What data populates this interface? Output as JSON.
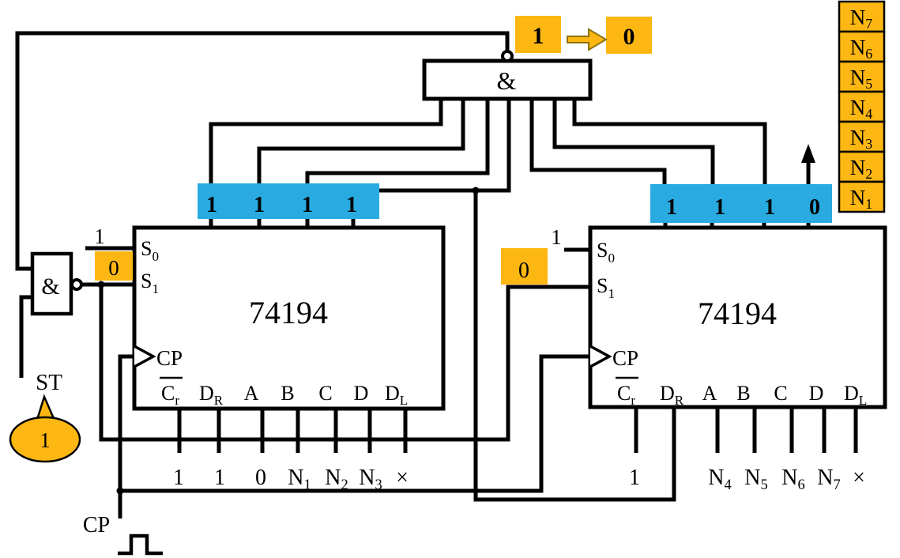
{
  "colors": {
    "orange": "#FDB713",
    "blue": "#29ABE2",
    "wire": "#000000"
  },
  "gates": {
    "top_nand": "&",
    "left_nand": "&"
  },
  "top_callout": {
    "from": "1",
    "to": "0"
  },
  "serial_stack": [
    {
      "t": "N",
      "s": "7"
    },
    {
      "t": "N",
      "s": "6"
    },
    {
      "t": "N",
      "s": "5"
    },
    {
      "t": "N",
      "s": "4"
    },
    {
      "t": "N",
      "s": "3"
    },
    {
      "t": "N",
      "s": "2"
    },
    {
      "t": "N",
      "s": "1"
    }
  ],
  "st": {
    "label": "ST",
    "value": "1"
  },
  "cp": {
    "label": "CP"
  },
  "registers": [
    {
      "title": "74194",
      "pins": {
        "s0": {
          "t": "S",
          "s": "0"
        },
        "s1": {
          "t": "S",
          "s": "1"
        },
        "cp": "CP",
        "cr": {
          "t": "C",
          "s": "r"
        },
        "dr": {
          "t": "D",
          "s": "R"
        },
        "a": "A",
        "b": "B",
        "c": "C",
        "d": "D",
        "dl": {
          "t": "D",
          "s": "L"
        }
      },
      "s0_const": "1",
      "s1_value": "0",
      "outputs": [
        "1",
        "1",
        "1",
        "1"
      ],
      "bottom_labels": [
        {
          "t": "1",
          "s": ""
        },
        {
          "t": "1",
          "s": ""
        },
        {
          "t": "0",
          "s": ""
        },
        {
          "t": "N",
          "s": "1"
        },
        {
          "t": "N",
          "s": "2"
        },
        {
          "t": "N",
          "s": "3"
        },
        {
          "t": "×",
          "s": ""
        }
      ]
    },
    {
      "title": "74194",
      "pins": {
        "s0": {
          "t": "S",
          "s": "0"
        },
        "s1": {
          "t": "S",
          "s": "1"
        },
        "cp": "CP",
        "cr": {
          "t": "C",
          "s": "r"
        },
        "dr": {
          "t": "D",
          "s": "R"
        },
        "a": "A",
        "b": "B",
        "c": "C",
        "d": "D",
        "dl": {
          "t": "D",
          "s": "L"
        }
      },
      "s0_const": "1",
      "s1_value": "0",
      "outputs": [
        "1",
        "1",
        "1",
        "0"
      ],
      "bottom_labels": [
        {
          "t": "1",
          "s": ""
        },
        {
          "t": "N",
          "s": "4"
        },
        {
          "t": "N",
          "s": "5"
        },
        {
          "t": "N",
          "s": "6"
        },
        {
          "t": "N",
          "s": "7"
        },
        {
          "t": "×",
          "s": ""
        }
      ]
    }
  ]
}
